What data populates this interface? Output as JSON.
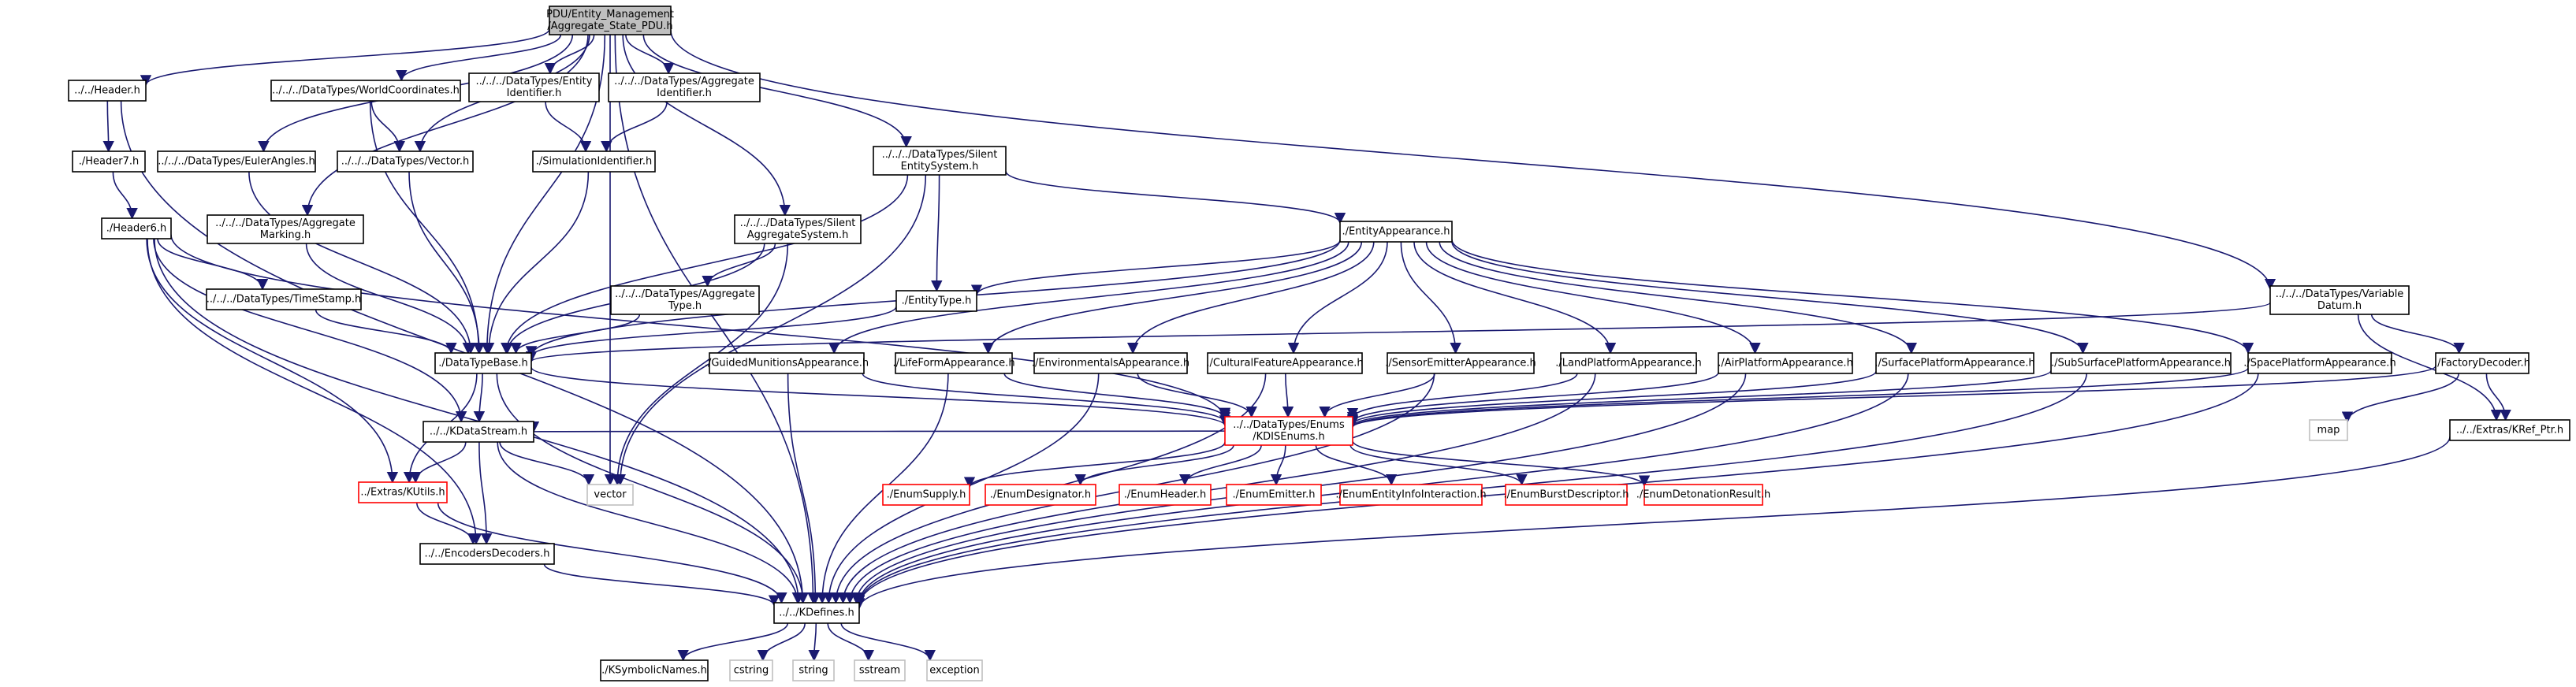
{
  "colors": {
    "edge": "#191970",
    "root_fill": "#bfbfbf",
    "root_border": "#000000",
    "node_border": "#000000",
    "incomplete_border": "#ff0000",
    "system_border": "#bfbfbf",
    "node_fill": "#ffffff"
  },
  "nodes": [
    {
      "id": "root",
      "lines": [
        "PDU/Entity_Management",
        "/Aggregate_State_PDU.h"
      ],
      "style": "root"
    },
    {
      "id": "header",
      "lines": [
        "../../Header.h"
      ],
      "style": "normal"
    },
    {
      "id": "worldcoords",
      "lines": [
        "../../../DataTypes/WorldCoordinates.h"
      ],
      "style": "normal"
    },
    {
      "id": "entityid",
      "lines": [
        "../../../DataTypes/Entity",
        "Identifier.h"
      ],
      "style": "normal"
    },
    {
      "id": "aggid",
      "lines": [
        "../../../DataTypes/Aggregate",
        "Identifier.h"
      ],
      "style": "normal"
    },
    {
      "id": "header7",
      "lines": [
        "./Header7.h"
      ],
      "style": "normal"
    },
    {
      "id": "euler",
      "lines": [
        "../../../DataTypes/EulerAngles.h"
      ],
      "style": "normal"
    },
    {
      "id": "vector_h",
      "lines": [
        "../../../DataTypes/Vector.h"
      ],
      "style": "normal"
    },
    {
      "id": "simid",
      "lines": [
        "./SimulationIdentifier.h"
      ],
      "style": "normal"
    },
    {
      "id": "silentent",
      "lines": [
        "../../../DataTypes/Silent",
        "EntitySystem.h"
      ],
      "style": "normal"
    },
    {
      "id": "header6",
      "lines": [
        "./Header6.h"
      ],
      "style": "normal"
    },
    {
      "id": "aggmark",
      "lines": [
        "../../../DataTypes/Aggregate",
        "Marking.h"
      ],
      "style": "normal"
    },
    {
      "id": "silentagg",
      "lines": [
        "../../../DataTypes/Silent",
        "AggregateSystem.h"
      ],
      "style": "normal"
    },
    {
      "id": "entapp",
      "lines": [
        "./EntityAppearance.h"
      ],
      "style": "normal"
    },
    {
      "id": "timestamp",
      "lines": [
        "../../../DataTypes/TimeStamp.h"
      ],
      "style": "normal"
    },
    {
      "id": "aggtype",
      "lines": [
        "../../../DataTypes/Aggregate",
        "Type.h"
      ],
      "style": "normal"
    },
    {
      "id": "enttype",
      "lines": [
        "./EntityType.h"
      ],
      "style": "normal"
    },
    {
      "id": "vardatum",
      "lines": [
        "../../../DataTypes/Variable",
        "Datum.h"
      ],
      "style": "normal"
    },
    {
      "id": "dtbase",
      "lines": [
        "./DataTypeBase.h"
      ],
      "style": "normal"
    },
    {
      "id": "guided",
      "lines": [
        "./GuidedMunitionsAppearance.h"
      ],
      "style": "normal"
    },
    {
      "id": "lifeform",
      "lines": [
        "./LifeFormAppearance.h"
      ],
      "style": "normal"
    },
    {
      "id": "envapp",
      "lines": [
        "./EnvironmentalsAppearance.h"
      ],
      "style": "normal"
    },
    {
      "id": "cultural",
      "lines": [
        "./CulturalFeatureAppearance.h"
      ],
      "style": "normal"
    },
    {
      "id": "sensor",
      "lines": [
        "./SensorEmitterAppearance.h"
      ],
      "style": "normal"
    },
    {
      "id": "land",
      "lines": [
        "./LandPlatformAppearance.h"
      ],
      "style": "normal"
    },
    {
      "id": "air",
      "lines": [
        "./AirPlatformAppearance.h"
      ],
      "style": "normal"
    },
    {
      "id": "surface",
      "lines": [
        "./SurfacePlatformAppearance.h"
      ],
      "style": "normal"
    },
    {
      "id": "subsurface",
      "lines": [
        "./SubSurfacePlatformAppearance.h"
      ],
      "style": "normal"
    },
    {
      "id": "space",
      "lines": [
        "./SpacePlatformAppearance.h"
      ],
      "style": "normal"
    },
    {
      "id": "factory",
      "lines": [
        "./FactoryDecoder.h"
      ],
      "style": "normal"
    },
    {
      "id": "kdatastream",
      "lines": [
        "../../KDataStream.h"
      ],
      "style": "normal"
    },
    {
      "id": "kdis_enums",
      "lines": [
        "../../DataTypes/Enums",
        "/KDISEnums.h"
      ],
      "style": "incomplete"
    },
    {
      "id": "map",
      "lines": [
        "map"
      ],
      "style": "system"
    },
    {
      "id": "krefptr",
      "lines": [
        "../../Extras/KRef_Ptr.h"
      ],
      "style": "normal"
    },
    {
      "id": "kutils",
      "lines": [
        "../Extras/KUtils.h"
      ],
      "style": "incomplete"
    },
    {
      "id": "vector_sys",
      "lines": [
        "vector"
      ],
      "style": "system"
    },
    {
      "id": "enumsupply",
      "lines": [
        "./EnumSupply.h"
      ],
      "style": "incomplete"
    },
    {
      "id": "enumdesig",
      "lines": [
        "./EnumDesignator.h"
      ],
      "style": "incomplete"
    },
    {
      "id": "enumheader",
      "lines": [
        "./EnumHeader.h"
      ],
      "style": "incomplete"
    },
    {
      "id": "enumemitter",
      "lines": [
        "./EnumEmitter.h"
      ],
      "style": "incomplete"
    },
    {
      "id": "enuminfo",
      "lines": [
        "./EnumEntityInfoInteraction.h"
      ],
      "style": "incomplete"
    },
    {
      "id": "enumburst",
      "lines": [
        "./EnumBurstDescriptor.h"
      ],
      "style": "incomplete"
    },
    {
      "id": "enumdeton",
      "lines": [
        "./EnumDetonationResult.h"
      ],
      "style": "incomplete"
    },
    {
      "id": "encoders",
      "lines": [
        "../../EncodersDecoders.h"
      ],
      "style": "normal"
    },
    {
      "id": "kdefines",
      "lines": [
        "../../KDefines.h"
      ],
      "style": "normal"
    },
    {
      "id": "ksymbolic",
      "lines": [
        "./KSymbolicNames.h"
      ],
      "style": "normal"
    },
    {
      "id": "cstring",
      "lines": [
        "cstring"
      ],
      "style": "system"
    },
    {
      "id": "string",
      "lines": [
        "string"
      ],
      "style": "system"
    },
    {
      "id": "sstream",
      "lines": [
        "sstream"
      ],
      "style": "system"
    },
    {
      "id": "exception",
      "lines": [
        "exception"
      ],
      "style": "system"
    }
  ],
  "edges": [
    [
      "root",
      "header"
    ],
    [
      "root",
      "worldcoords"
    ],
    [
      "root",
      "entityid"
    ],
    [
      "root",
      "aggid"
    ],
    [
      "root",
      "euler"
    ],
    [
      "root",
      "vector_h"
    ],
    [
      "root",
      "aggmark"
    ],
    [
      "root",
      "silentagg"
    ],
    [
      "root",
      "silentent"
    ],
    [
      "root",
      "vardatum"
    ],
    [
      "root",
      "dtbase"
    ],
    [
      "root",
      "vector_sys"
    ],
    [
      "root",
      "kdefines"
    ],
    [
      "header",
      "header7"
    ],
    [
      "header",
      "kdefines"
    ],
    [
      "header7",
      "header6"
    ],
    [
      "header6",
      "timestamp"
    ],
    [
      "header6",
      "kdatastream"
    ],
    [
      "header6",
      "kdis_enums"
    ],
    [
      "header6",
      "kutils"
    ],
    [
      "header6",
      "encoders"
    ],
    [
      "header6",
      "kdefines"
    ],
    [
      "worldcoords",
      "vector_h"
    ],
    [
      "worldcoords",
      "dtbase"
    ],
    [
      "entityid",
      "simid"
    ],
    [
      "aggid",
      "simid"
    ],
    [
      "simid",
      "dtbase"
    ],
    [
      "euler",
      "dtbase"
    ],
    [
      "vector_h",
      "dtbase"
    ],
    [
      "aggmark",
      "dtbase"
    ],
    [
      "timestamp",
      "dtbase"
    ],
    [
      "silentent",
      "entapp"
    ],
    [
      "silentent",
      "enttype"
    ],
    [
      "silentent",
      "dtbase"
    ],
    [
      "silentent",
      "vector_sys"
    ],
    [
      "silentagg",
      "aggtype"
    ],
    [
      "silentagg",
      "dtbase"
    ],
    [
      "silentagg",
      "vector_sys"
    ],
    [
      "aggtype",
      "dtbase"
    ],
    [
      "enttype",
      "dtbase"
    ],
    [
      "entapp",
      "enttype"
    ],
    [
      "entapp",
      "guided"
    ],
    [
      "entapp",
      "lifeform"
    ],
    [
      "entapp",
      "envapp"
    ],
    [
      "entapp",
      "cultural"
    ],
    [
      "entapp",
      "sensor"
    ],
    [
      "entapp",
      "land"
    ],
    [
      "entapp",
      "air"
    ],
    [
      "entapp",
      "surface"
    ],
    [
      "entapp",
      "subsurface"
    ],
    [
      "entapp",
      "space"
    ],
    [
      "entapp",
      "dtbase"
    ],
    [
      "vardatum",
      "factory"
    ],
    [
      "vardatum",
      "krefptr"
    ],
    [
      "vardatum",
      "dtbase"
    ],
    [
      "factory",
      "map"
    ],
    [
      "factory",
      "krefptr"
    ],
    [
      "factory",
      "kdis_enums"
    ],
    [
      "dtbase",
      "kdatastream"
    ],
    [
      "dtbase",
      "kutils"
    ],
    [
      "dtbase",
      "kdis_enums"
    ],
    [
      "dtbase",
      "kdefines"
    ],
    [
      "guided",
      "kdis_enums"
    ],
    [
      "guided",
      "kdefines"
    ],
    [
      "lifeform",
      "kdis_enums"
    ],
    [
      "lifeform",
      "kdefines"
    ],
    [
      "envapp",
      "kdis_enums"
    ],
    [
      "envapp",
      "kdefines"
    ],
    [
      "cultural",
      "kdis_enums"
    ],
    [
      "cultural",
      "kdefines"
    ],
    [
      "sensor",
      "kdis_enums"
    ],
    [
      "sensor",
      "kdefines"
    ],
    [
      "land",
      "kdis_enums"
    ],
    [
      "land",
      "kdefines"
    ],
    [
      "air",
      "kdis_enums"
    ],
    [
      "air",
      "kdefines"
    ],
    [
      "surface",
      "kdis_enums"
    ],
    [
      "surface",
      "kdefines"
    ],
    [
      "subsurface",
      "kdis_enums"
    ],
    [
      "subsurface",
      "kdefines"
    ],
    [
      "space",
      "kdis_enums"
    ],
    [
      "space",
      "kdefines"
    ],
    [
      "kdis_enums",
      "kdatastream"
    ],
    [
      "kdis_enums",
      "enumsupply"
    ],
    [
      "kdis_enums",
      "enumdesig"
    ],
    [
      "kdis_enums",
      "enumheader"
    ],
    [
      "kdis_enums",
      "enumemitter"
    ],
    [
      "kdis_enums",
      "enuminfo"
    ],
    [
      "kdis_enums",
      "enumburst"
    ],
    [
      "kdis_enums",
      "enumdeton"
    ],
    [
      "kdatastream",
      "kutils"
    ],
    [
      "kdatastream",
      "encoders"
    ],
    [
      "kdatastream",
      "vector_sys"
    ],
    [
      "kdatastream",
      "kdefines"
    ],
    [
      "kutils",
      "encoders"
    ],
    [
      "kutils",
      "kdefines"
    ],
    [
      "encoders",
      "kdefines"
    ],
    [
      "krefptr",
      "kdefines"
    ],
    [
      "kdefines",
      "ksymbolic"
    ],
    [
      "kdefines",
      "cstring"
    ],
    [
      "kdefines",
      "string"
    ],
    [
      "kdefines",
      "sstream"
    ],
    [
      "kdefines",
      "exception"
    ]
  ]
}
